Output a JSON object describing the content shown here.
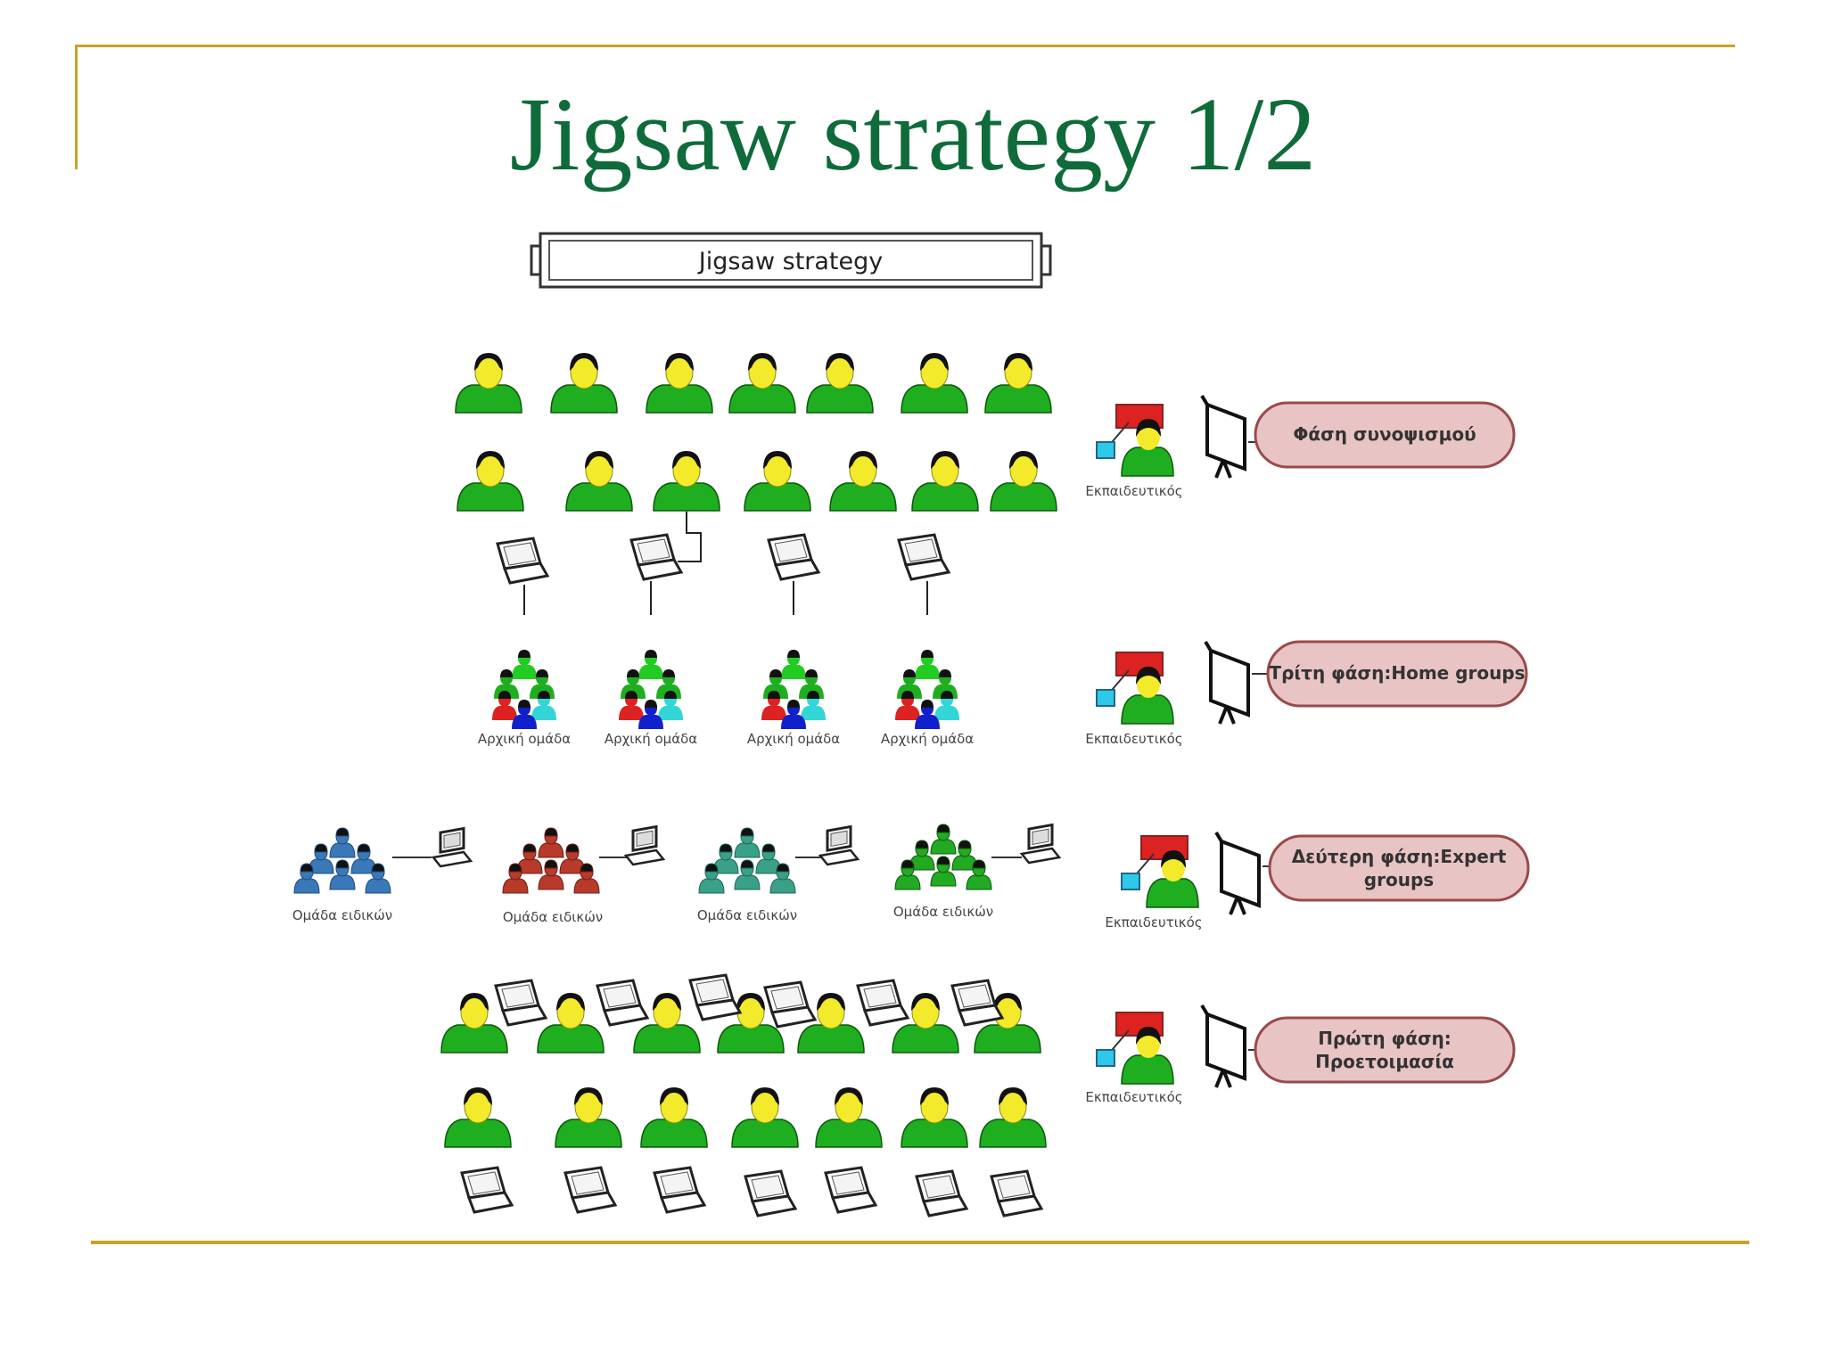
{
  "slide": {
    "title": "Jigsaw strategy 1/2",
    "frame_color": "#c9a227",
    "title_color": "#0f6b3a"
  },
  "diagram": {
    "banner": "Jigsaw strategy",
    "teacher_label": "Εκπαιδευτικός",
    "home_group_label": "Αρχική ομάδα",
    "expert_group_label": "Ομάδα ειδικών",
    "phases": [
      {
        "id": "synthesis",
        "lines": [
          "Φάση συνοψισμού"
        ]
      },
      {
        "id": "third",
        "lines": [
          "Τρίτη φάση:Home groups"
        ]
      },
      {
        "id": "second",
        "lines": [
          "Δεύτερη φάση:Expert",
          "groups"
        ]
      },
      {
        "id": "first",
        "lines": [
          "Πρώτη φάση:",
          "Προετοιμασία"
        ]
      }
    ],
    "icons": [
      "person-icon",
      "laptop-icon",
      "desktop-computer-icon",
      "projector-screen-icon",
      "teacher-icon",
      "group-icon"
    ],
    "colors": {
      "student_body": "#1fae1f",
      "student_face": "#f2ea2a",
      "phase_fill": "#e8c4c4",
      "phase_border": "#9a4a4a",
      "expert_group_colors": [
        "#3a78b8",
        "#b83a2a",
        "#3aa088",
        "#22aa22"
      ]
    }
  }
}
